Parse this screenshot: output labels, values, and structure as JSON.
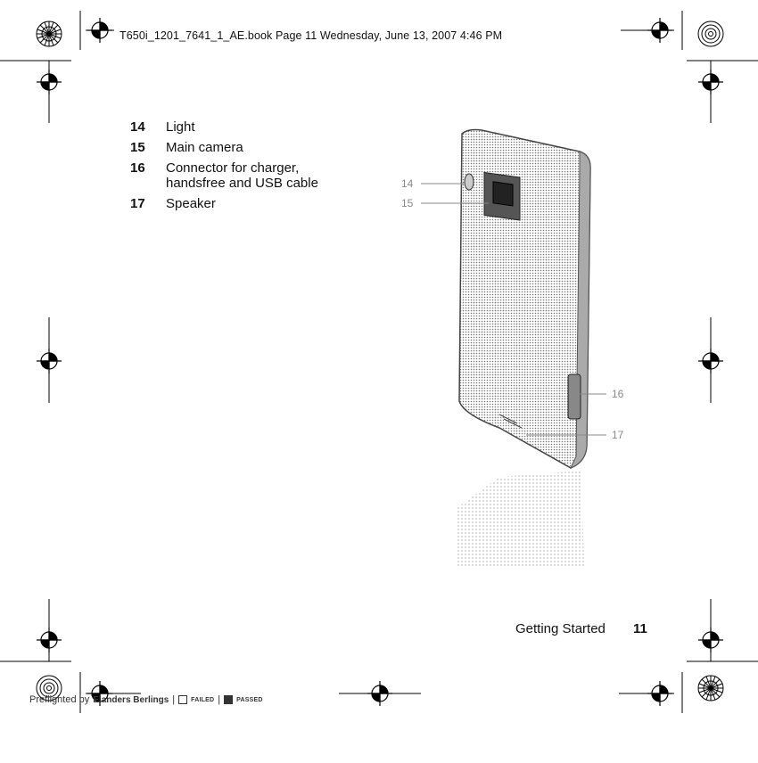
{
  "header": {
    "text": "T650i_1201_7641_1_AE.book  Page 11  Wednesday, June 13, 2007  4:46 PM"
  },
  "legend": {
    "items": [
      {
        "num": "14",
        "text": "Light"
      },
      {
        "num": "15",
        "text": "Main camera"
      },
      {
        "num": "16",
        "text": "Connector for charger, handsfree and USB cable"
      },
      {
        "num": "17",
        "text": "Speaker"
      }
    ]
  },
  "callouts": {
    "c14": "14",
    "c15": "15",
    "c16": "16",
    "c17": "17"
  },
  "footer": {
    "section": "Getting Started",
    "page_number": "11"
  },
  "preflight": {
    "prefix": "Preflighted by",
    "brand": "Elanders Berlings",
    "failed": "FAILED",
    "passed": "PASSED"
  }
}
